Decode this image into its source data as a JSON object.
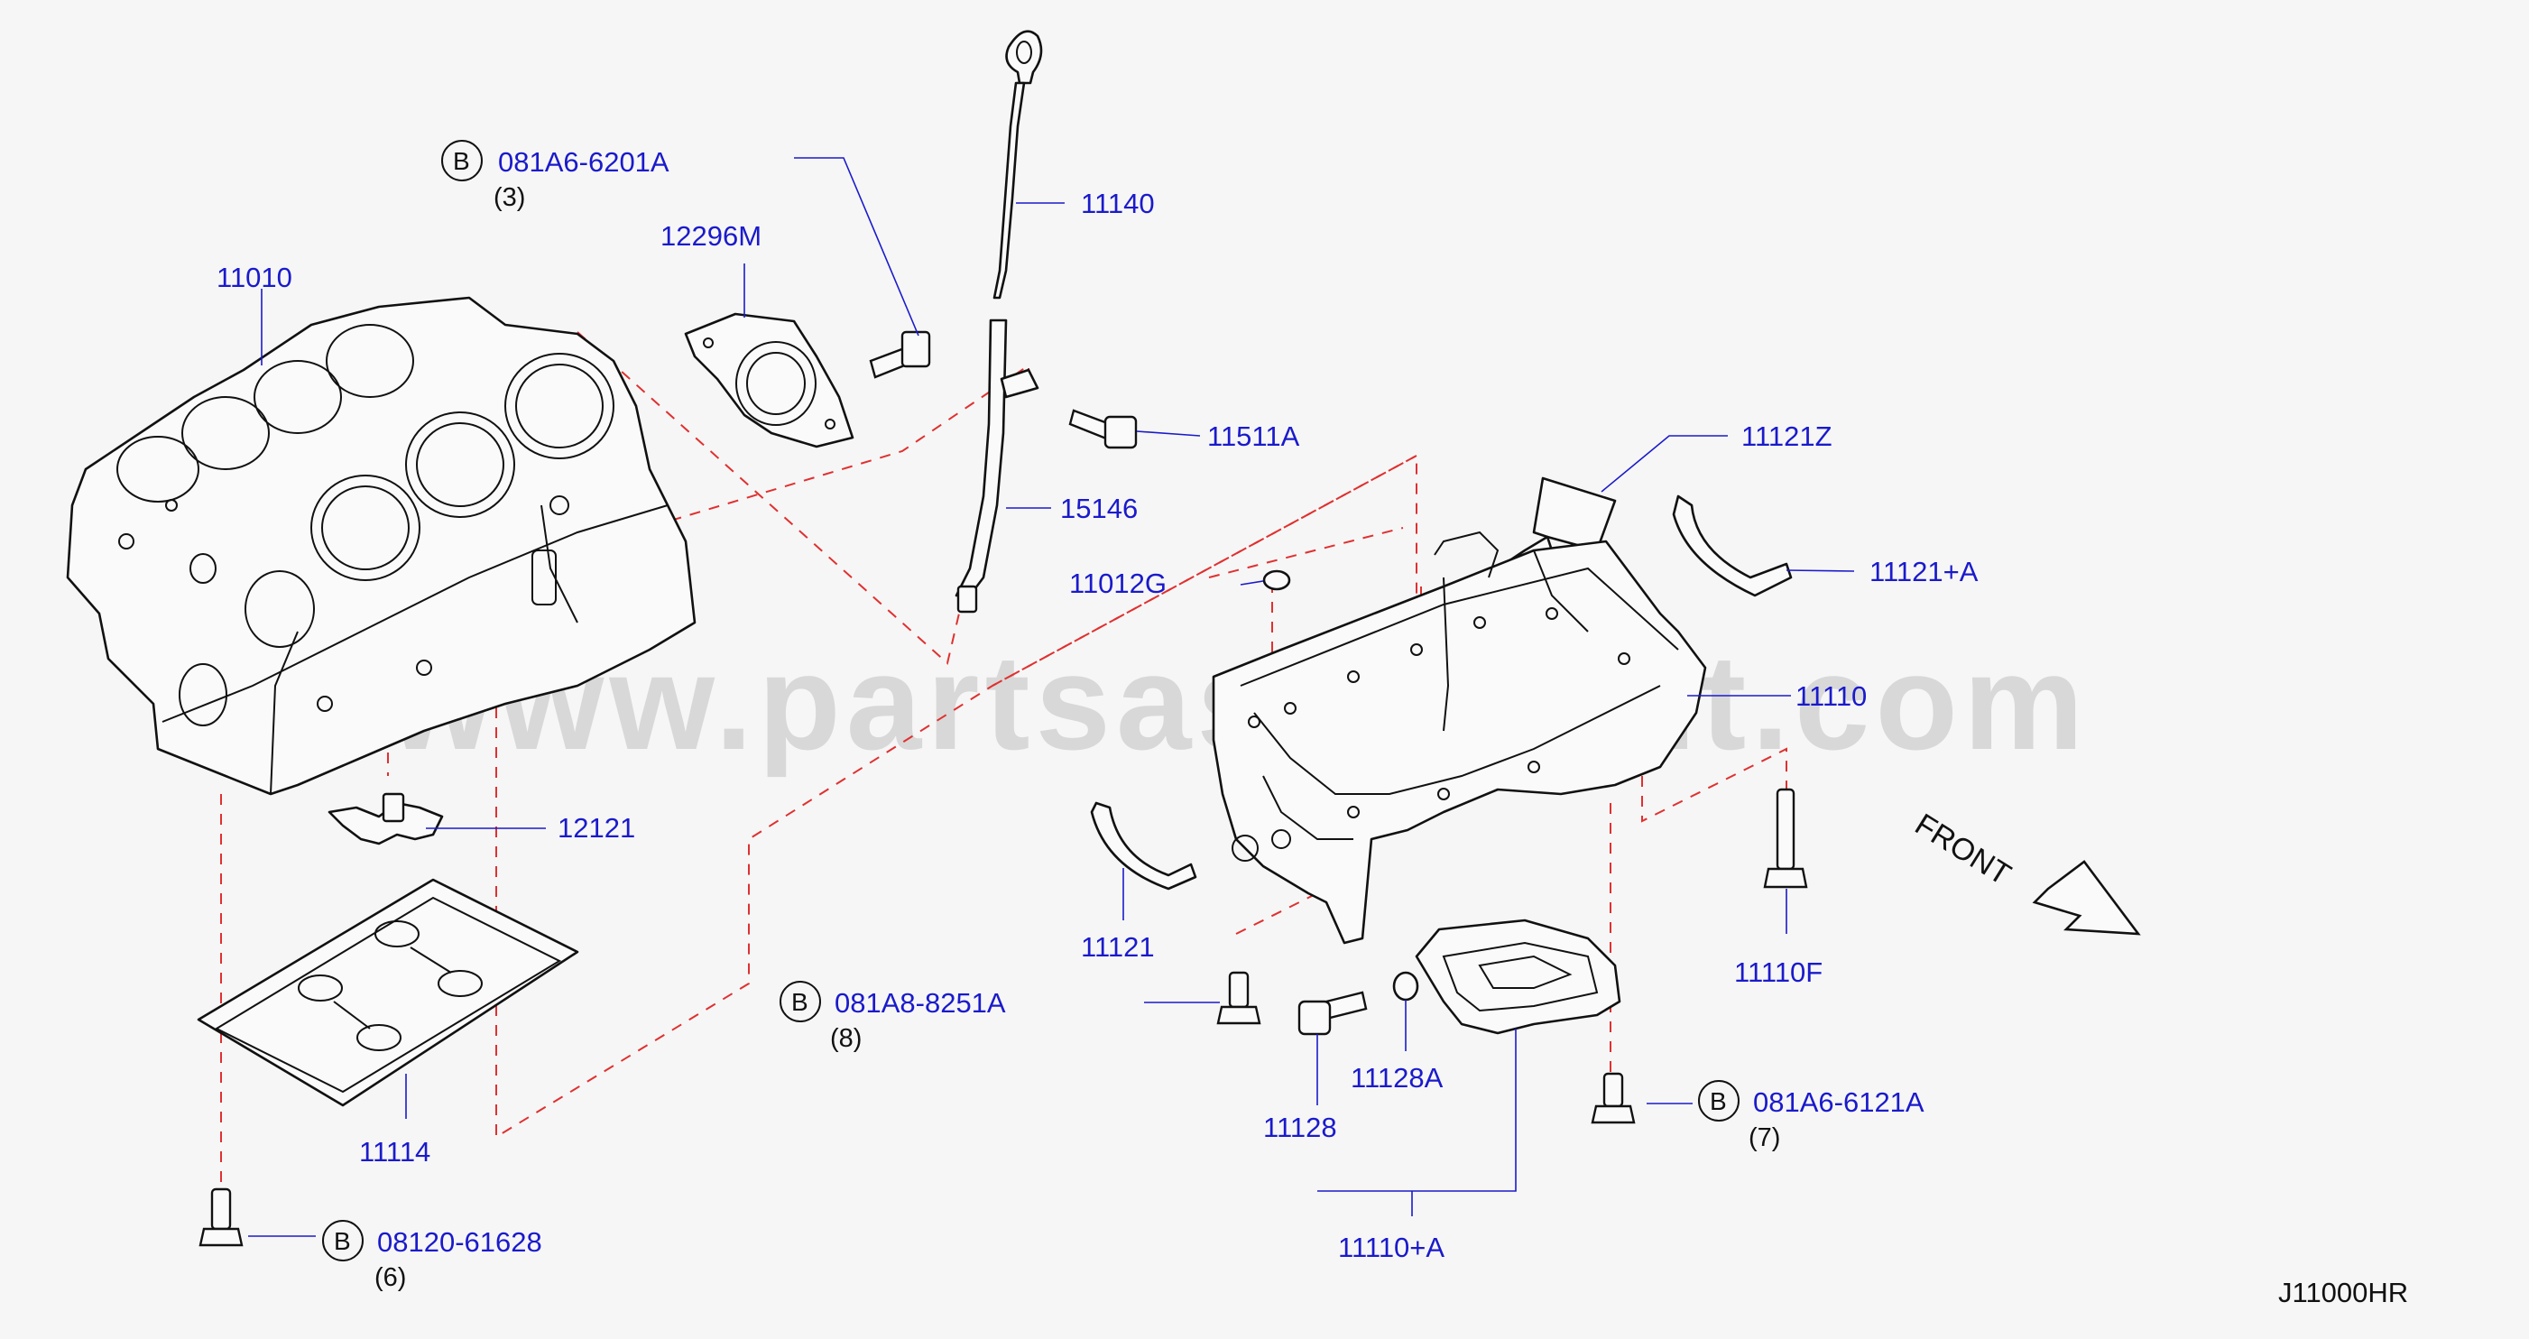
{
  "watermark": "www.partsassistant.com",
  "diagram_code": "J11000HR",
  "front_label": "FRONT",
  "circle_letter": "B",
  "parts": [
    {
      "id": "p11010",
      "label": "11010"
    },
    {
      "id": "p12296m",
      "label": "12296M"
    },
    {
      "id": "p11140",
      "label": "11140"
    },
    {
      "id": "p11511a",
      "label": "11511A"
    },
    {
      "id": "p15146",
      "label": "15146"
    },
    {
      "id": "p11012g",
      "label": "11012G"
    },
    {
      "id": "p11121z",
      "label": "11121Z"
    },
    {
      "id": "p11121a",
      "label": "11121+A"
    },
    {
      "id": "p11110",
      "label": "11110"
    },
    {
      "id": "p12121",
      "label": "12121"
    },
    {
      "id": "p11121",
      "label": "11121"
    },
    {
      "id": "p11110f",
      "label": "11110F"
    },
    {
      "id": "p11114",
      "label": "11114"
    },
    {
      "id": "p11128a",
      "label": "11128A"
    },
    {
      "id": "p11128",
      "label": "11128"
    },
    {
      "id": "p11110a",
      "label": "11110+A"
    }
  ],
  "bolts": [
    {
      "id": "b1",
      "code": "081A6-6201A",
      "qty": "(3)"
    },
    {
      "id": "b2",
      "code": "081A8-8251A",
      "qty": "(8)"
    },
    {
      "id": "b3",
      "code": "081A6-6121A",
      "qty": "(7)"
    },
    {
      "id": "b4",
      "code": "08120-61628",
      "qty": "(6)"
    }
  ]
}
